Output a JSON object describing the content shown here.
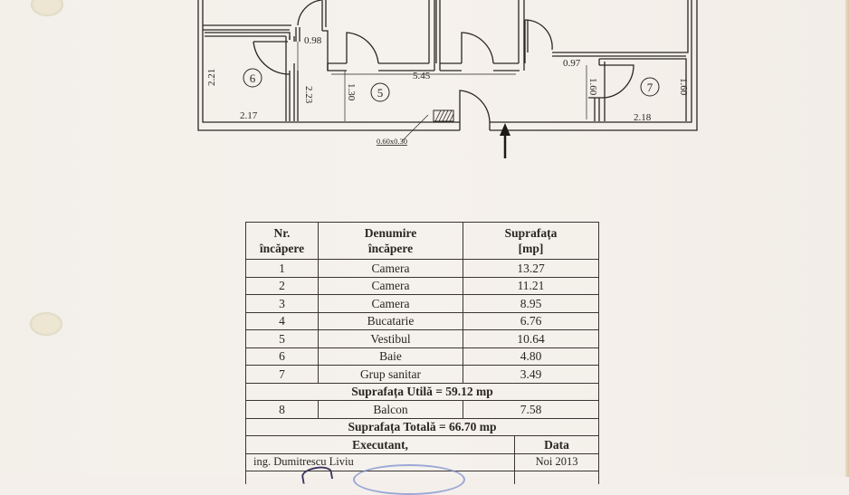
{
  "document": {
    "type": "floor-plan-sheet",
    "background_color": "#f4efea",
    "ink_color": "#2a2623",
    "stamp_color": "#7d8fd0"
  },
  "floorplan": {
    "room_markers": [
      "5",
      "6",
      "7"
    ],
    "dimensions": {
      "door_width_left": "0.98",
      "door_width_right": "0.97",
      "corridor_length": "5.45",
      "corridor_width": "1.30",
      "room6_height": "2.21",
      "room6_width": "2.17",
      "hall_height": "2.23",
      "room7_height_inner": "1.60",
      "room7_height": "1.60",
      "room7_width": "2.18"
    },
    "shaft_note": "0.60x0.30",
    "entrance_icon": "arrow-up-icon"
  },
  "schedule": {
    "headers": {
      "nr": [
        "Nr.",
        "încăpere"
      ],
      "name": [
        "Denumire",
        "încăpere"
      ],
      "area": [
        "Suprafața",
        "[mp]"
      ]
    },
    "rows": [
      {
        "nr": "1",
        "name": "Camera",
        "area": "13.27"
      },
      {
        "nr": "2",
        "name": "Camera",
        "area": "11.21"
      },
      {
        "nr": "3",
        "name": "Camera",
        "area": "8.95"
      },
      {
        "nr": "4",
        "name": "Bucatarie",
        "area": "6.76"
      },
      {
        "nr": "5",
        "name": "Vestibul",
        "area": "10.64"
      },
      {
        "nr": "6",
        "name": "Baie",
        "area": "4.80"
      },
      {
        "nr": "7",
        "name": "Grup sanitar",
        "area": "3.49"
      }
    ],
    "useful_area": "Suprafața Utilă = 59.12 mp",
    "balcony": {
      "nr": "8",
      "name": "Balcon",
      "area": "7.58"
    },
    "total_area": "Suprafața Totală = 66.70 mp",
    "executant_label": "Executant,",
    "date_label": "Data",
    "executant_name": "ing. Dumitrescu Liviu",
    "date_value": "Noi 2013"
  }
}
